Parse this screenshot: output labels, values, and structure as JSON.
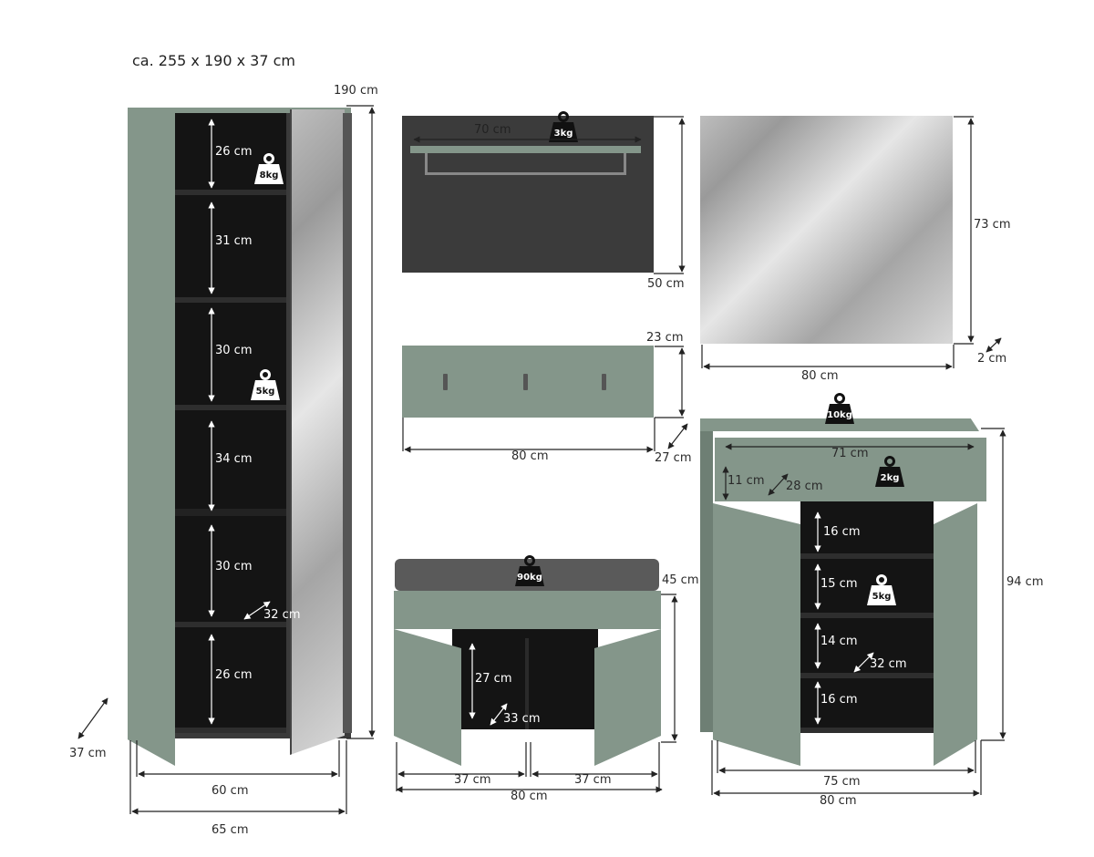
{
  "title": "ca. 255 x 190 x 37 cm",
  "colors": {
    "sage_green": "#84968a",
    "interior": "#141414",
    "panel_charcoal": "#3a3a3a",
    "cushion": "#5a5a5a",
    "mirror": "#c8c8c8"
  },
  "tall_cabinet": {
    "height": "190 cm",
    "inner_width": "60 cm",
    "outer_width": "65 cm",
    "depth": "37 cm",
    "shelf_depth": "32 cm",
    "compartments": [
      "26 cm",
      "31 cm",
      "30 cm",
      "34 cm",
      "30 cm",
      "26 cm"
    ],
    "weights": {
      "top": "8kg",
      "middle": "5kg"
    }
  },
  "wall_panel": {
    "width": "70 cm",
    "height": "50 cm",
    "weight": "3kg"
  },
  "mirror": {
    "width": "80 cm",
    "height": "73 cm",
    "depth": "2 cm"
  },
  "coat_rack": {
    "width": "80 cm",
    "height": "23 cm",
    "depth": "27 cm"
  },
  "bench": {
    "width": "80 cm",
    "height": "45 cm",
    "left_width": "37 cm",
    "right_width": "37 cm",
    "inner_height": "27 cm",
    "inner_depth": "33 cm",
    "weight": "90kg"
  },
  "shoe_cabinet": {
    "height": "94 cm",
    "inner_width": "75 cm",
    "outer_width": "80 cm",
    "drawer_width": "71 cm",
    "drawer_height": "11 cm",
    "drawer_depth": "28 cm",
    "shelf_depth": "32 cm",
    "compartments": [
      "16 cm",
      "15 cm",
      "14 cm",
      "16 cm"
    ],
    "weights": {
      "top": "10kg",
      "drawer": "2kg",
      "shelf": "5kg"
    }
  }
}
